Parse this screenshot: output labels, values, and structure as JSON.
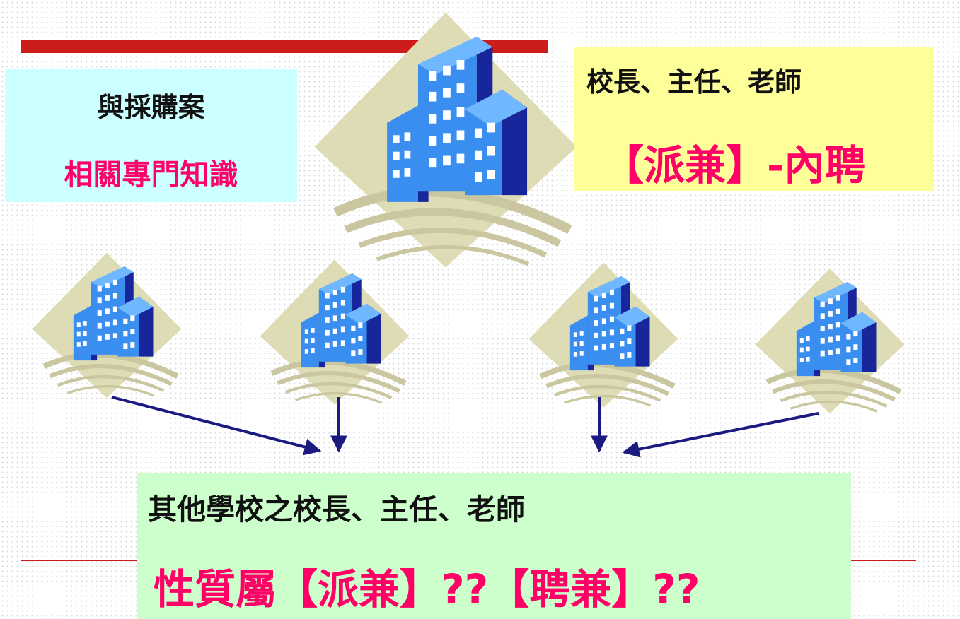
{
  "left_box": {
    "line1": "與採購案",
    "line2": "相關專門知識"
  },
  "right_box": {
    "line1": "校長、主任、老師",
    "line2": "【派兼】-內聘"
  },
  "bottom_box": {
    "line1": "其他學校之校長、主任、老師",
    "line2": "性質屬【派兼】??【聘兼】??"
  },
  "colors": {
    "accent_red": "#cc1c1c",
    "highlight_text": "#ff0066",
    "left_box_bg": "#ccffff",
    "right_box_bg": "#ffff99",
    "bottom_box_bg": "#ccffcc",
    "arrow": "#1a1a80"
  }
}
